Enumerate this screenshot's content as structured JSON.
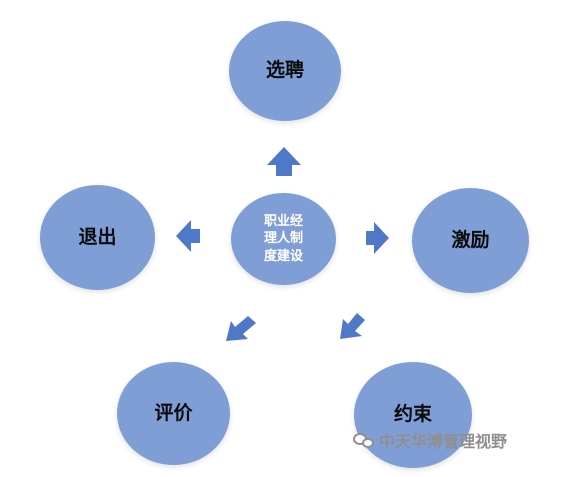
{
  "nodes": {
    "top": "选聘",
    "left": "退出",
    "right": "激励",
    "bottom_left": "评价",
    "bottom_right": "约束",
    "center_lines": [
      "职业经",
      "理人制",
      "度建设"
    ]
  },
  "watermark": "中天华溥管理视野",
  "colors": {
    "node": "#7f9ed6",
    "text": "#0b0b0b",
    "center_text": "#ffffff",
    "watermark": "#8f8f8f",
    "arrow": "#4f78c8"
  },
  "icons": {
    "watermark": "wechat-bubble-icon"
  }
}
